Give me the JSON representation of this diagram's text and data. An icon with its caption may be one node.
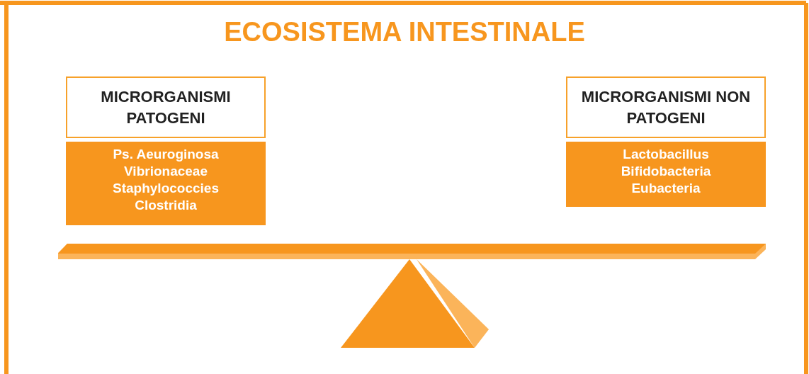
{
  "diagram": {
    "title": "ECOSISTEMA INTESTINALE",
    "nodes": [
      {
        "text": [
          "MICRORGANISMI PATOGENI"
        ]
      },
      {
        "text": [
          "Ps. Aeuroginosa",
          "Vibrionaceae",
          "Staphylococcies",
          "Clostridia"
        ]
      },
      {
        "text": [
          "MICRORGANISMI NON PATOGENI"
        ]
      },
      {
        "text": [
          "Lactobacillus",
          "Bifidobacteria",
          "Eubacteria"
        ]
      }
    ],
    "edges": []
  }
}
